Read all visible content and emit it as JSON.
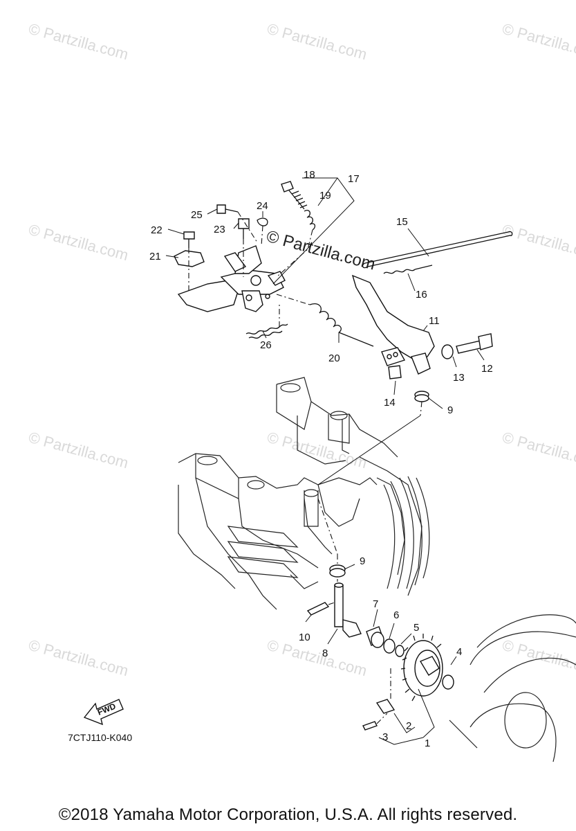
{
  "watermark": {
    "text": "© Partzilla.com",
    "center_text": "© Partzilla.com"
  },
  "part_labels": {
    "p1": "1",
    "p2": "2",
    "p3": "3",
    "p4": "4",
    "p5": "5",
    "p6": "6",
    "p7": "7",
    "p8": "8",
    "p9a": "9",
    "p9b": "9",
    "p10": "10",
    "p11": "11",
    "p12": "12",
    "p13": "13",
    "p14": "14",
    "p15": "15",
    "p16": "16",
    "p17": "17",
    "p18": "18",
    "p19": "19",
    "p20": "20",
    "p21": "21",
    "p22": "22",
    "p23": "23",
    "p24": "24",
    "p25": "25",
    "p26": "26"
  },
  "fwd_label": "FWD",
  "diagram_code": "7CTJ110-K040",
  "copyright": "©2018  Yamaha Motor Corporation, U.S.A. All rights reserved."
}
